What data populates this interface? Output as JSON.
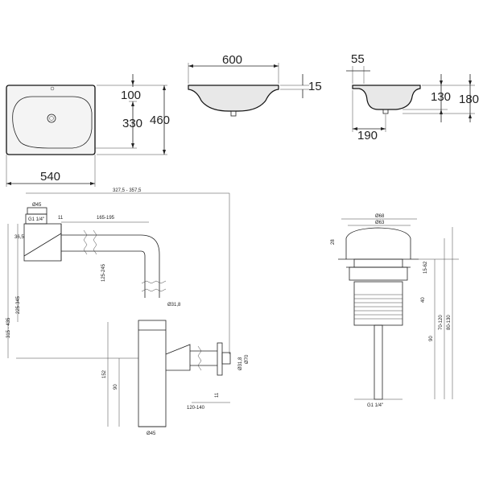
{
  "basin_top": {
    "width": "540",
    "depth": "460",
    "front_to_hole": "330",
    "hole_offset": "100"
  },
  "basin_front": {
    "width": "600",
    "rim": "15"
  },
  "basin_side": {
    "back": "55",
    "inner": "130",
    "height": "180",
    "depth": "190"
  },
  "siphon": {
    "overall": "327,5 - 357,5",
    "d45_top": "Ø45",
    "g114": "G1 1/4\"",
    "d36": "36,5",
    "d11": "11",
    "reach": "165-195",
    "h_total": "315 - 435",
    "h_mid": "225-345",
    "h_pipe": "125-245",
    "d318": "Ø31,8",
    "h152": "152",
    "h90": "90",
    "wall": "120-140",
    "d45_bot": "Ø45",
    "d318b": "Ø31,8",
    "d70": "Ø70",
    "d11b": "11"
  },
  "valve": {
    "d68": "Ø68",
    "d63": "Ø63",
    "d28": "28",
    "d15": "15-62",
    "d40": "40",
    "d90": "90",
    "d70120": "70-120",
    "d80130": "80-130",
    "g114": "G1 1/4\""
  }
}
